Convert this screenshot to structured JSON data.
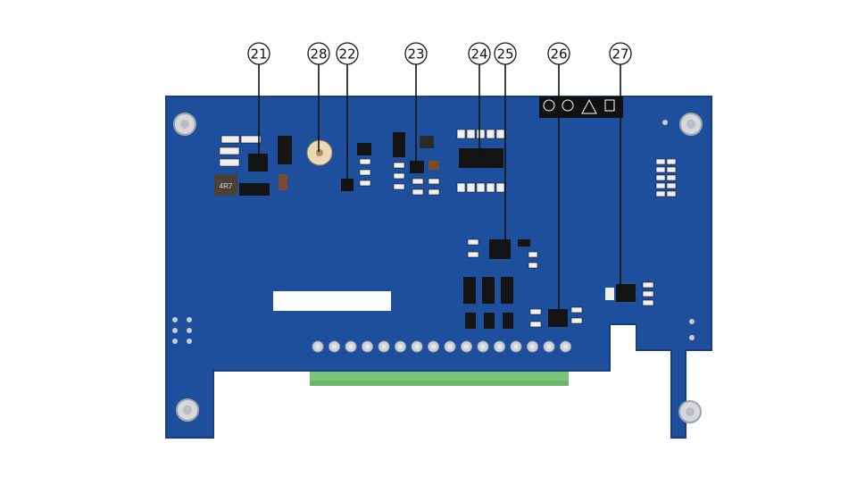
{
  "callouts": [
    {
      "label": "21",
      "target": "power-ic"
    },
    {
      "label": "28",
      "target": "buzzer"
    },
    {
      "label": "22",
      "target": "sot-regulator"
    },
    {
      "label": "23",
      "target": "small-ic"
    },
    {
      "label": "24",
      "target": "soic-ic"
    },
    {
      "label": "25",
      "target": "driver-ic"
    },
    {
      "label": "26",
      "target": "output-ic"
    },
    {
      "label": "27",
      "target": "sot-transistor"
    }
  ],
  "components": {
    "inductor_marking": "4R7"
  },
  "colors": {
    "pcb": "#1e4f9c",
    "pcb_edge": "#173f80",
    "terminal": "#7cc47a",
    "background": "#ffffff"
  }
}
